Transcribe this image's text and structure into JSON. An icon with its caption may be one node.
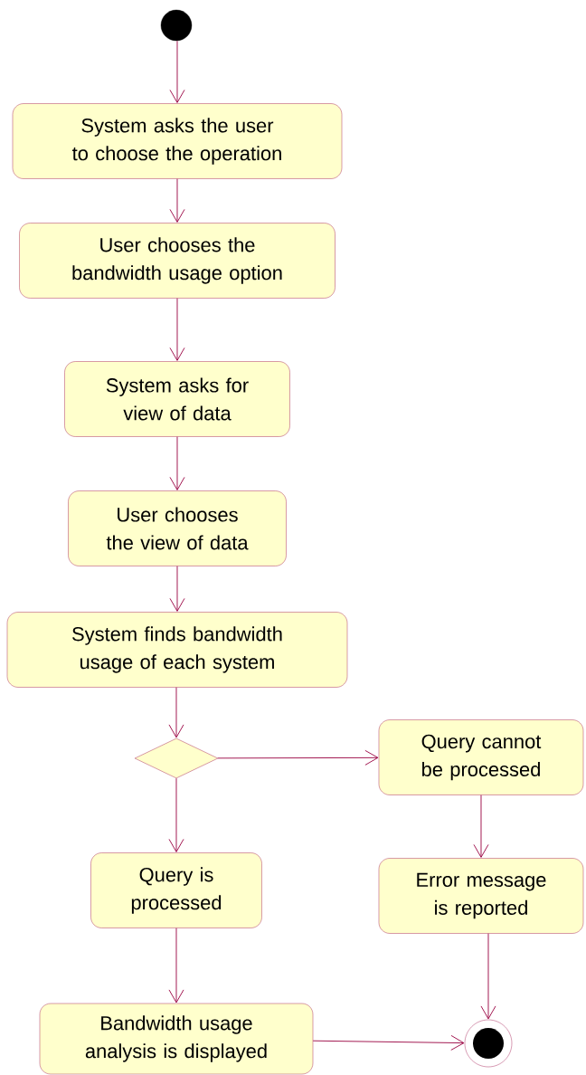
{
  "diagram": {
    "nodes": [
      {
        "text": [],
        "shape": "circle"
      },
      {
        "text": [
          "System asks the user to choose the operation"
        ]
      },
      {
        "text": [
          "User chooses the bandwidth usage option"
        ]
      },
      {
        "text": [
          "System asks for view of data"
        ]
      },
      {
        "text": [
          "User chooses the view of data"
        ]
      },
      {
        "text": [
          "System finds bandwidth usage of each system"
        ]
      },
      {
        "text": [],
        "shape": "diamond"
      },
      {
        "text": [
          "Query cannot be processed"
        ]
      },
      {
        "text": [
          "Query is processed"
        ]
      },
      {
        "text": [
          "Error message is reported"
        ]
      },
      {
        "text": [
          "Bandwidth usage analysis is displayed"
        ]
      },
      {
        "text": [],
        "shape": "bullseye"
      }
    ],
    "edges": [
      {
        "from": 0,
        "to": 1,
        "arrow": "to"
      },
      {
        "from": 1,
        "to": 2,
        "arrow": "to"
      },
      {
        "from": 2,
        "to": 3,
        "arrow": "to"
      },
      {
        "from": 3,
        "to": 4,
        "arrow": "to"
      },
      {
        "from": 4,
        "to": 5,
        "arrow": "to"
      },
      {
        "from": 5,
        "to": 6,
        "arrow": "to"
      },
      {
        "from": 6,
        "to": 7,
        "arrow": "to"
      },
      {
        "from": 6,
        "to": 8,
        "arrow": "to"
      },
      {
        "from": 7,
        "to": 9,
        "arrow": "to"
      },
      {
        "from": 8,
        "to": 10,
        "arrow": "to"
      },
      {
        "from": 9,
        "to": 11,
        "arrow": "to"
      },
      {
        "from": 10,
        "to": 11,
        "arrow": "to"
      }
    ]
  }
}
